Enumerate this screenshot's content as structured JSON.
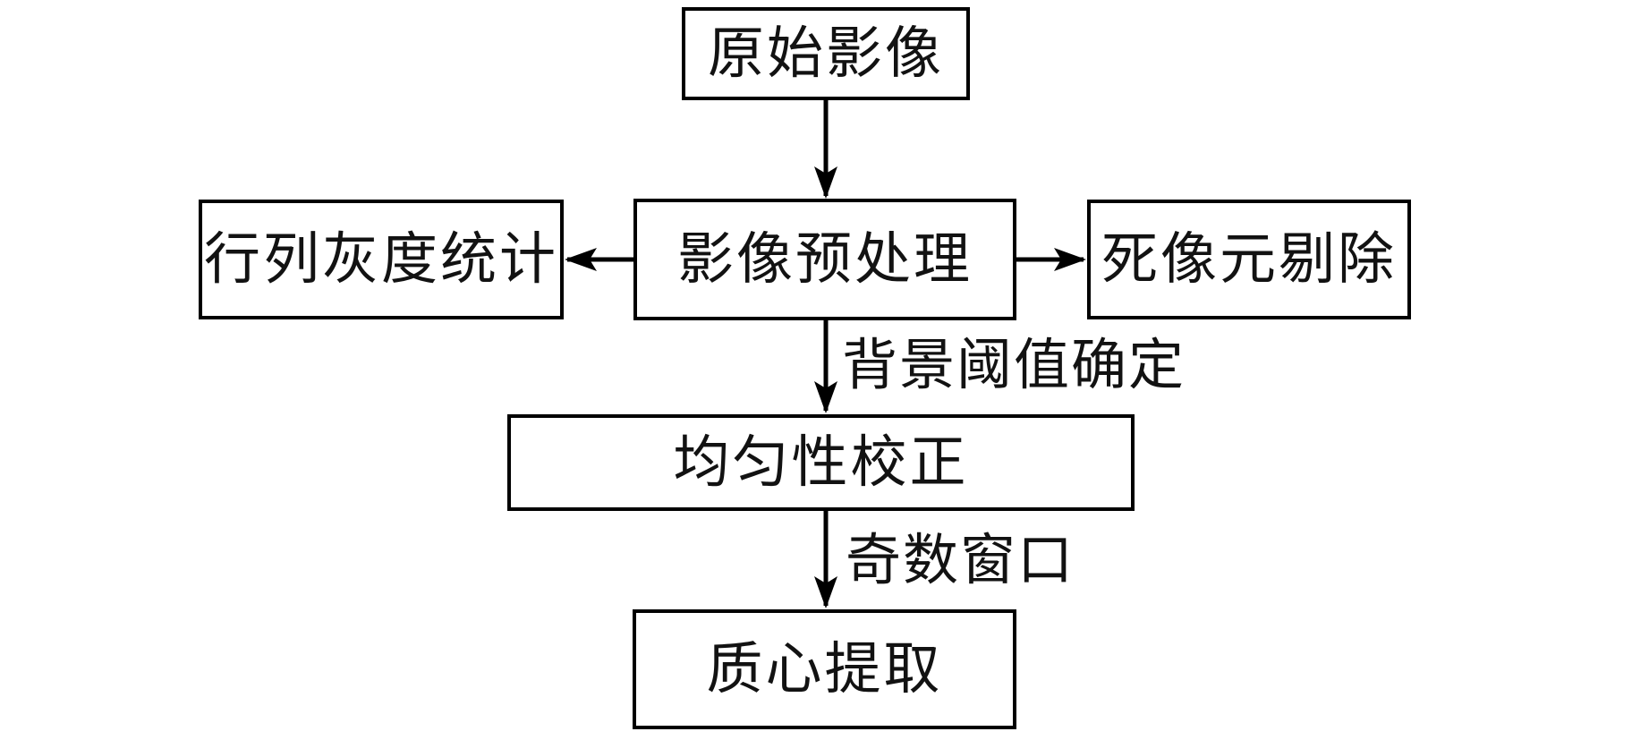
{
  "diagram": {
    "type": "flowchart",
    "colors": {
      "stroke": "#000000",
      "background": "#ffffff",
      "text": "#121212"
    },
    "nodes": [
      {
        "id": "original-image",
        "label": "原始影像"
      },
      {
        "id": "row-col-gray-stats",
        "label": "行列灰度统计"
      },
      {
        "id": "image-preprocessing",
        "label": "影像预处理"
      },
      {
        "id": "dead-pixel-removal",
        "label": "死像元剔除"
      },
      {
        "id": "uniformity-correction",
        "label": "均匀性校正"
      },
      {
        "id": "centroid-extraction",
        "label": "质心提取"
      }
    ],
    "edges": [
      {
        "from": "original-image",
        "to": "image-preprocessing",
        "label": ""
      },
      {
        "from": "image-preprocessing",
        "to": "row-col-gray-stats",
        "label": ""
      },
      {
        "from": "image-preprocessing",
        "to": "dead-pixel-removal",
        "label": ""
      },
      {
        "from": "image-preprocessing",
        "to": "uniformity-correction",
        "label": "背景阈值确定"
      },
      {
        "from": "uniformity-correction",
        "to": "centroid-extraction",
        "label": "奇数窗口"
      }
    ]
  }
}
